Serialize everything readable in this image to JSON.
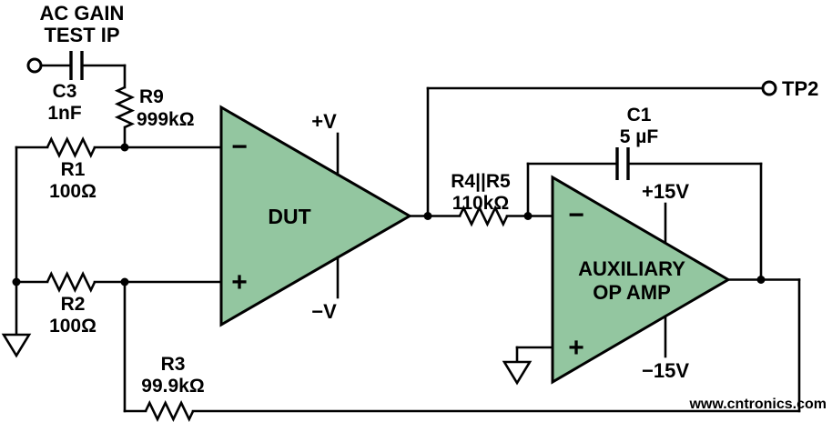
{
  "input_label": {
    "line1": "AC GAIN",
    "line2": "TEST IP"
  },
  "terminals": {
    "tp2": "TP2"
  },
  "components": {
    "c3": {
      "ref": "C3",
      "value": "1nF"
    },
    "r9": {
      "ref": "R9",
      "value": "999kΩ"
    },
    "r1": {
      "ref": "R1",
      "value": "100Ω"
    },
    "r2": {
      "ref": "R2",
      "value": "100Ω"
    },
    "r3": {
      "ref": "R3",
      "value": "99.9kΩ"
    },
    "r4r5": {
      "ref": "R4||R5",
      "value": "110kΩ"
    },
    "c1": {
      "ref": "C1",
      "value": "5 µF"
    }
  },
  "opamps": {
    "dut": {
      "name": "DUT",
      "inverting": "−",
      "noninverting": "+",
      "pos_supply": "+V",
      "neg_supply": "−V"
    },
    "aux": {
      "name_line1": "AUXILIARY",
      "name_line2": "OP AMP",
      "inverting": "−",
      "noninverting": "+",
      "pos_supply": "+15V",
      "neg_supply": "−15V"
    }
  },
  "watermark": {
    "text": "www.cntronics.com"
  },
  "colors": {
    "opamp_fill": "#93c6a0",
    "wire": "#000000",
    "watermark": "#a8cc79"
  }
}
